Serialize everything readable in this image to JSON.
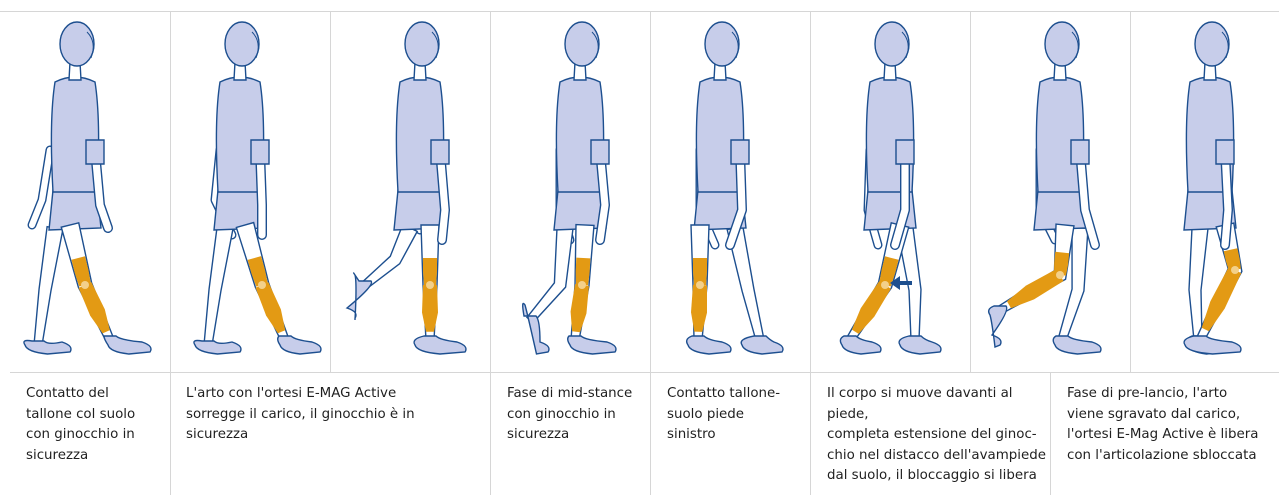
{
  "figures": [
    {
      "id": 1,
      "orthosis": "locked",
      "phase": "heel-contact"
    },
    {
      "id": 2,
      "orthosis": "locked",
      "phase": "loading-response"
    },
    {
      "id": 3,
      "orthosis": "locked",
      "phase": "loading-response"
    },
    {
      "id": 4,
      "orthosis": "locked",
      "phase": "mid-stance"
    },
    {
      "id": 5,
      "orthosis": "locked",
      "phase": "contralateral-heel-contact"
    },
    {
      "id": 6,
      "orthosis": "unlocking",
      "phase": "terminal-stance",
      "arrow": "left"
    },
    {
      "id": 7,
      "orthosis": "free",
      "phase": "pre-swing"
    },
    {
      "id": 8,
      "orthosis": "free",
      "phase": "swing"
    }
  ],
  "captions": [
    {
      "lines": [
        "Contatto del",
        "tallone col suolo",
        "con ginocchio in",
        "sicurezza"
      ]
    },
    {
      "lines": [
        "L'arto con l'ortesi E-MAG Active",
        "sorregge il carico, il ginocchio è in",
        "sicurezza"
      ]
    },
    {
      "lines": [
        "Fase di mid-stance",
        "con ginocchio in",
        "sicurezza"
      ]
    },
    {
      "lines": [
        "Contatto tallone-",
        "suolo piede",
        "sinistro"
      ]
    },
    {
      "lines": [
        "Il corpo si muove davanti al piede,",
        "completa estensione del ginoc-",
        "chio nel distacco dell'avampiede",
        "dal suolo, il bloccaggio si libera"
      ]
    },
    {
      "lines": [
        "Fase di pre-lancio, l'arto",
        "viene sgravato dal carico,",
        "l'ortesi E-Mag Active è libera",
        "con l'articolazione sbloccata"
      ]
    }
  ],
  "colors": {
    "body_fill": "#c7cdea",
    "outline": "#1d4f8f",
    "orthosis": "#e39a14",
    "orthosis_light": "#f3d08a",
    "arrow": "#1d4f8f",
    "divider": "#d6d6d6",
    "text": "#1f1f1f"
  }
}
